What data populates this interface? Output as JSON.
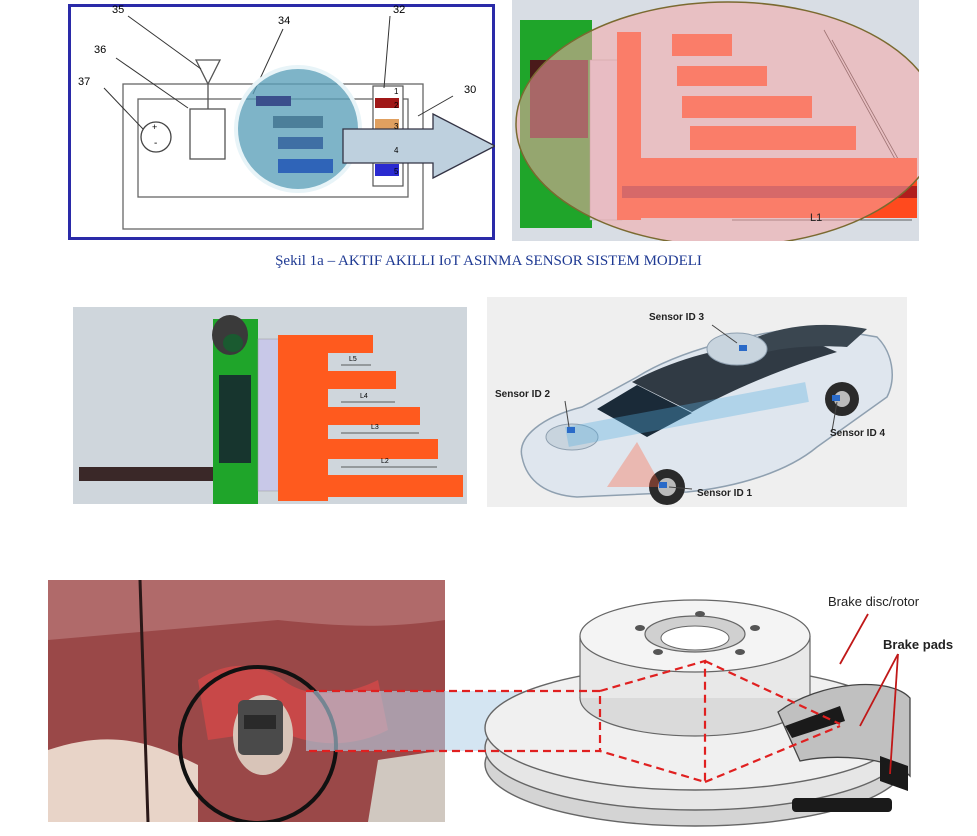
{
  "caption": "Şekil 1a – AKTIF AKILLI IoT ASINMA SENSOR SISTEM MODELI",
  "schematic": {
    "callouts": [
      "35",
      "34",
      "32",
      "36",
      "37",
      "30"
    ],
    "layer_numbers": [
      "1",
      "2",
      "3",
      "4",
      "5"
    ],
    "battery_plus": "+",
    "battery_minus": "-"
  },
  "pad_model_top": {
    "dimension": "L1"
  },
  "pad_model_side": {
    "dimensions": [
      "L5",
      "L4",
      "L3",
      "L2"
    ]
  },
  "car": {
    "sensor_labels": [
      "Sensor ID 3",
      "Sensor ID 2",
      "Sensor ID 4",
      "Sensor ID 1"
    ]
  },
  "brake": {
    "disc_label": "Brake disc/rotor",
    "pads_label": "Brake pads"
  },
  "colors": {
    "frame_blue": "#2a2aa8",
    "pad_red": "#e8321a",
    "pad_orange": "#ff5a1e",
    "green": "#1fa52a",
    "highlight_pink": "#f3b0b0",
    "dash_red": "#e02020"
  }
}
